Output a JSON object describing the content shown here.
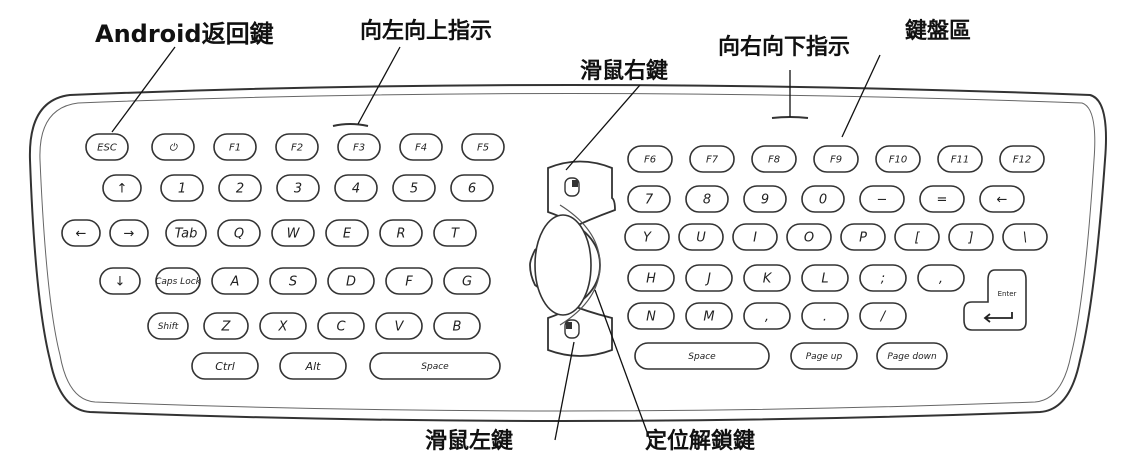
{
  "callouts": {
    "android_back": "Android返回鍵",
    "left_up": "向左向上指示",
    "right_down": "向右向下指示",
    "keyboard_area": "鍵盤區",
    "mouse_right": "滑鼠右鍵",
    "mouse_left": "滑鼠左鍵",
    "position_lock": "定位解鎖鍵"
  },
  "keys_left": [
    [
      "ESC",
      "⏻",
      "F1",
      "F2",
      "F3",
      "F4",
      "F5"
    ],
    [
      "↑",
      "1",
      "2",
      "3",
      "4",
      "5",
      "6"
    ],
    [
      "←",
      "→",
      "Tab",
      "Q",
      "W",
      "E",
      "R",
      "T"
    ],
    [
      "↓",
      "Caps Lock",
      "A",
      "S",
      "D",
      "F",
      "G"
    ],
    [
      "Shift",
      "Z",
      "X",
      "C",
      "V",
      "B"
    ],
    [
      "Ctrl",
      "Alt",
      "Space"
    ]
  ],
  "keys_right": [
    [
      "F6",
      "F7",
      "F8",
      "F9",
      "F10",
      "F11",
      "F12"
    ],
    [
      "7",
      "8",
      "9",
      "0",
      "−",
      "=",
      "←"
    ],
    [
      "Y",
      "U",
      "I",
      "O",
      "P",
      "[",
      "]",
      "\\"
    ],
    [
      "H",
      "J",
      "K",
      "L",
      ";",
      ","
    ],
    [
      "N",
      "M",
      ",",
      ".",
      "/"
    ],
    [
      "Space",
      "Page up",
      "Page down"
    ]
  ],
  "enter_label": "Enter"
}
